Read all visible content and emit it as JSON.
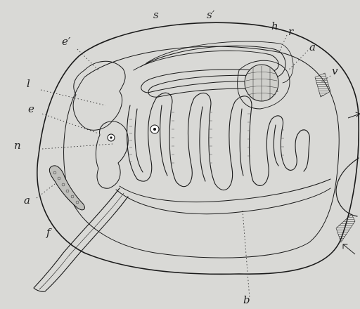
{
  "figure": {
    "labels": {
      "s": "s",
      "s_prime": "s′",
      "h": "h",
      "r": "r",
      "a_top": "a",
      "e_prime": "e′",
      "v": "v",
      "l": "l",
      "e": "e",
      "n": "n",
      "a_left": "a",
      "f": "f",
      "b": "b"
    }
  }
}
